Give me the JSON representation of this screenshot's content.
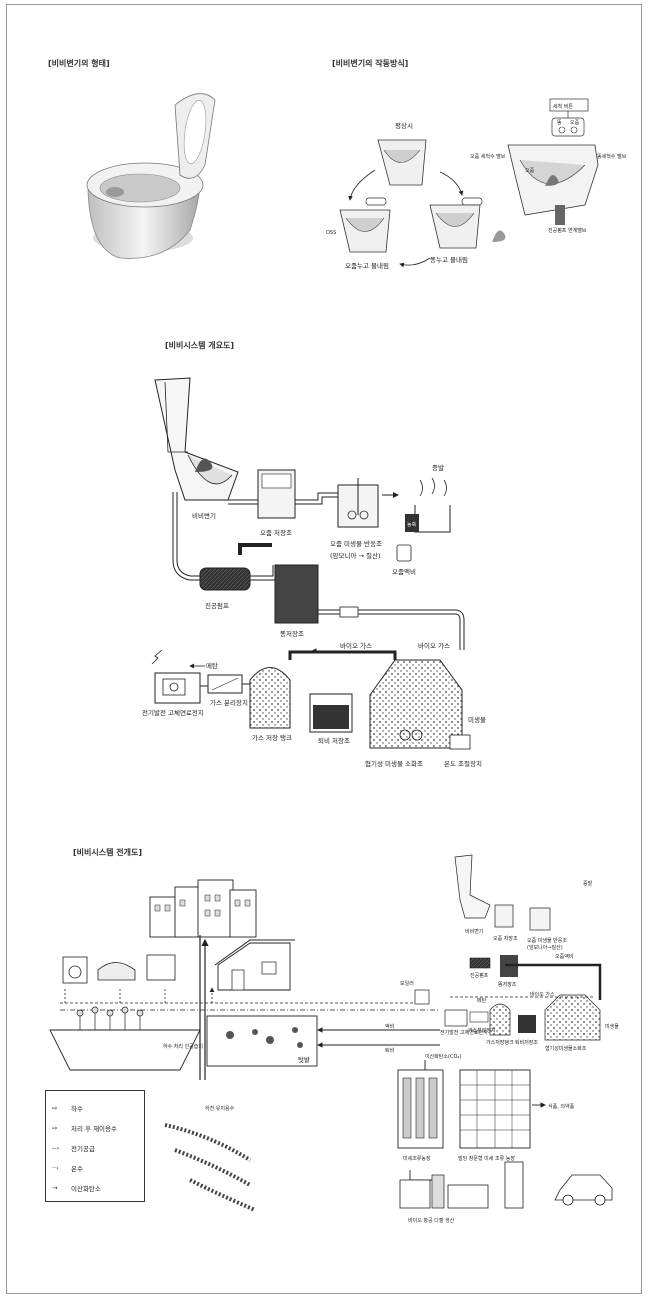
{
  "sections": {
    "form_title": "[비비변기의 형태]",
    "operation_title": "[비비변기의 작동방식]",
    "overview_title": "[비비시스템 개요도]",
    "full_title": "[비비시스템 전개도]"
  },
  "operation": {
    "normal": "평상시",
    "urine_flush": "오줌누고 물내림",
    "feces_flush": "똥누고 물내림",
    "flush_button": "세척 버튼",
    "button_small": "똥",
    "button_big": "오줌",
    "urine_valve": "오줌 세척수 밸브",
    "feces_valve": "똥세척수 밸브",
    "vacuum_valve": "진공펌프 연계밸브",
    "urine_side": "오줌",
    "oss": "OSS"
  },
  "overview": {
    "toilet": "비비변기",
    "urine_tank": "오줌 저장조",
    "reactor": "오줌 미생물 반응조",
    "reactor_sub": "(암모니아 → 질산)",
    "evaporation": "증발",
    "concentrate": "농축",
    "urine_liquid": "오줌액비",
    "vacuum_pump": "진공펌프",
    "feces_tank": "똥저장조",
    "biogas": "바이오 가스",
    "methane": "메탄",
    "power": "전기발전 고체연료전지",
    "gas_separator": "가스 분리장치",
    "gas_tank": "가스 저장 탱크",
    "compost_tank": "퇴비 저장조",
    "digester": "혐기성 미생물 소화조",
    "microbe": "미생물",
    "temp_control": "온도 조절장치"
  },
  "full": {
    "biogas": "바이오 가스",
    "methane": "메탄",
    "liquid_fertilizer": "액비",
    "compost": "퇴비",
    "garden": "텃밭",
    "boiler": "보일러",
    "wastewater": "하수 처리 인공습지",
    "river": "하천 유지용수",
    "co2": "이산화탄소(CO₂)",
    "microalgae": "미세조류농장",
    "building_farm": "빌딩 창문형 미세 조류 농장",
    "food": "식품, 의약품",
    "biofuel": "바이오 항공 디젤 생산",
    "toilet": "비비변기",
    "urine_tank": "오줌 저장조",
    "reactor": "오줌 미생물 반응조",
    "reactor_sub": "(암모니아→질산)",
    "evaporation": "증발",
    "urine_liquid": "오줌액비",
    "vacuum_pump": "진공펌프",
    "feces_tank": "똥저장조",
    "power": "전기발전 고체연료전지",
    "gas_separator": "가스분리장치",
    "gas_tank": "가스저장탱크",
    "compost_tank": "퇴비저장조",
    "digester": "혐기성미생물소화조",
    "microbe": "미생물"
  },
  "legend": {
    "sewage": "하수",
    "reuse": "처리 후 재이용수",
    "electricity": "전기공급",
    "hot_water": "온수",
    "co2": "이산화탄소"
  }
}
